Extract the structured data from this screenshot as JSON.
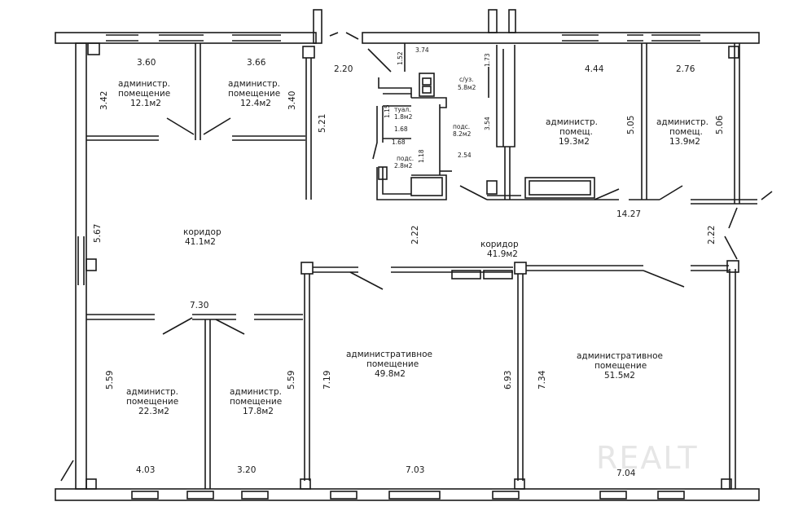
{
  "rooms": {
    "office_a": {
      "line1": "администр.",
      "line2": "помещение",
      "area": "12.1м2"
    },
    "office_b": {
      "line1": "администр.",
      "line2": "помещение",
      "area": "12.4м2"
    },
    "wc_small": {
      "line1": "туал.",
      "area": "1.8м2"
    },
    "utility_small": {
      "line1": "подс.",
      "area": "2.8м2"
    },
    "wc_big": {
      "line1": "с/уз.",
      "area": "5.8м2"
    },
    "utility_big": {
      "line1": "подс.",
      "area": "8.2м2"
    },
    "office_c": {
      "line1": "администр.",
      "line2": "помещ.",
      "area": "19.3м2"
    },
    "office_d": {
      "line1": "администр.",
      "line2": "помещ.",
      "area": "13.9м2"
    },
    "corridor_left": {
      "line1": "коридор",
      "area": "41.1м2"
    },
    "corridor_right": {
      "line1": "коридор",
      "area": "41.9м2"
    },
    "office_e": {
      "line1": "администр.",
      "line2": "помещение",
      "area": "22.3м2"
    },
    "office_f": {
      "line1": "администр.",
      "line2": "помещение",
      "area": "17.8м2"
    },
    "office_g": {
      "line1": "административное",
      "line2": "помещение",
      "area": "49.8м2"
    },
    "office_h": {
      "line1": "административное",
      "line2": "помещение",
      "area": "51.5м2"
    }
  },
  "dimensions": {
    "d_360": "3.60",
    "d_366": "3.66",
    "d_220": "2.20",
    "d_374": "3.74",
    "d_444": "4.44",
    "d_276": "2.76",
    "d_342": "3.42",
    "d_340": "3.40",
    "d_521": "5.21",
    "d_152": "1.52",
    "d_173": "1.73",
    "d_115": "1.15",
    "d_168a": "1.68",
    "d_168b": "1.68",
    "d_118": "1.18",
    "d_354": "3.54",
    "d_254": "2.54",
    "d_505": "5.05",
    "d_506": "5.06",
    "d_1427": "14.27",
    "d_567": "5.67",
    "d_222a": "2.22",
    "d_222b": "2.22",
    "d_730": "7.30",
    "d_559a": "5.59",
    "d_559b": "5.59",
    "d_719": "7.19",
    "d_693": "6.93",
    "d_734": "7.34",
    "d_403": "4.03",
    "d_320": "3.20",
    "d_703": "7.03",
    "d_704": "7.04"
  },
  "watermark": "REALT",
  "colors": {
    "wall": "#1a1a1a",
    "background": "#ffffff",
    "watermark": "#e6e6e6"
  }
}
